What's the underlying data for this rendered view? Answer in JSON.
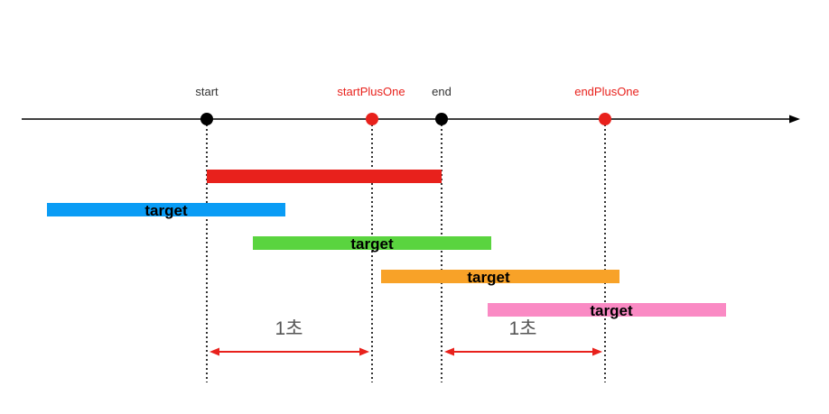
{
  "points": [
    {
      "label": "start",
      "color": "#333333",
      "dot_color": "#000000"
    },
    {
      "label": "startPlusOne",
      "color": "#e8211c",
      "dot_color": "#e8211c"
    },
    {
      "label": "end",
      "color": "#333333",
      "dot_color": "#000000"
    },
    {
      "label": "endPlusOne",
      "color": "#e8211c",
      "dot_color": "#e8211c"
    }
  ],
  "range_bar": {
    "color": "#e8211c"
  },
  "target_bars": [
    {
      "label": "target",
      "color": "#0a9cf5"
    },
    {
      "label": "target",
      "color": "#5ad43f"
    },
    {
      "label": "target",
      "color": "#f8a228"
    },
    {
      "label": "target",
      "color": "#fa8ac4"
    }
  ],
  "durations": [
    {
      "label": "1초",
      "color": "#e8211c"
    },
    {
      "label": "1초",
      "color": "#e8211c"
    }
  ],
  "axis_color": "#000000"
}
